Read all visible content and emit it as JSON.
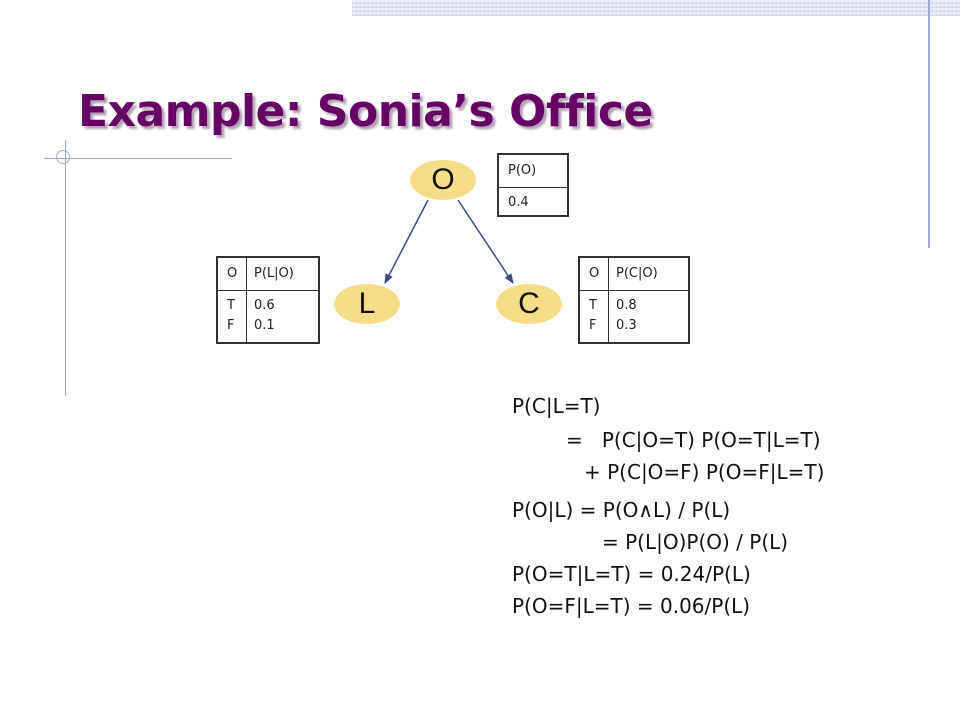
{
  "title": "Example: Sonia’s Office",
  "nodes": {
    "o": "O",
    "l": "L",
    "c": "C"
  },
  "cpt_o": {
    "header": "P(O)",
    "value": "0.4"
  },
  "cpt_l": {
    "col1": "O",
    "col2": "P(L|O)",
    "rows": [
      {
        "o": "T",
        "p": "0.6"
      },
      {
        "o": "F",
        "p": "0.1"
      }
    ]
  },
  "cpt_c": {
    "col1": "O",
    "col2": "P(C|O)",
    "rows": [
      {
        "o": "T",
        "p": "0.8"
      },
      {
        "o": "F",
        "p": "0.3"
      }
    ]
  },
  "equations": {
    "line1": "P(C|L=T)",
    "line2": "=   P(C|O=T) P(O=T|L=T)",
    "line3": "+ P(C|O=F) P(O=F|L=T)",
    "line4": "P(O|L) = P(O∧L) / P(L)",
    "line5": "= P(L|O)P(O) / P(L)",
    "line6": "P(O=T|L=T) = 0.24/P(L)",
    "line7": "P(O=F|L=T) = 0.06/P(L)"
  },
  "colors": {
    "title": "#660066",
    "node_fill": "#f7dc88",
    "edge": "#3a4a8c",
    "template_lines": "#9fa8d4"
  }
}
